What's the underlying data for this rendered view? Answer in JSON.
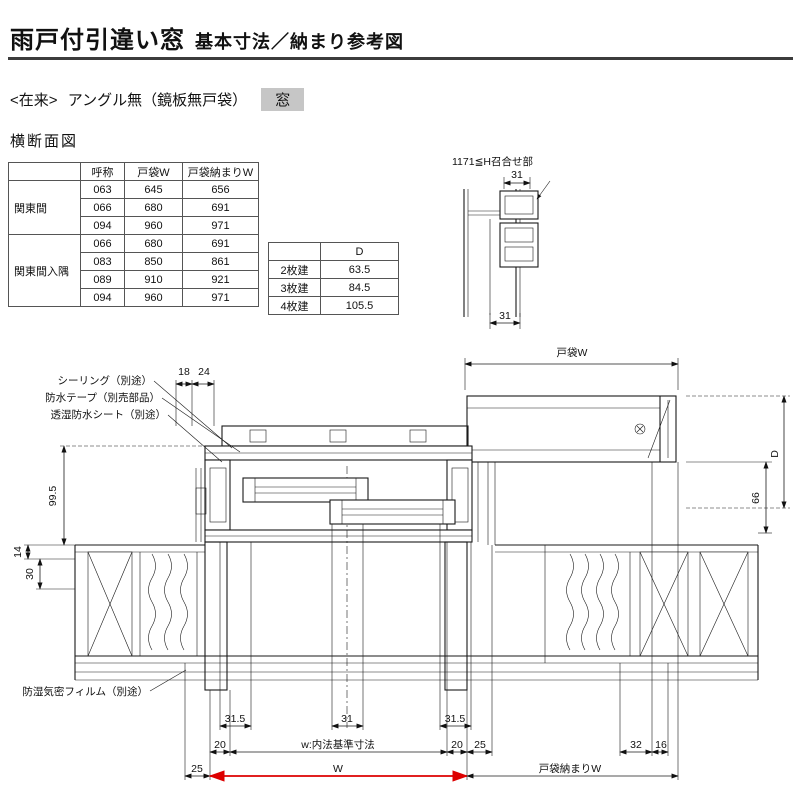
{
  "header": {
    "title": "雨戸付引違い窓",
    "subtitle": "基本寸法／納まり参考図"
  },
  "subheader": {
    "prefix": "<在来>",
    "label": "アングル無（鏡板無戸袋）",
    "badge": "窓"
  },
  "section_heading": "横断面図",
  "size_table": {
    "headers": [
      "呼称",
      "戸袋W",
      "戸袋納まりW"
    ],
    "groups": [
      {
        "name": "関東間",
        "rows": [
          [
            "063",
            "645",
            "656"
          ],
          [
            "066",
            "680",
            "691"
          ],
          [
            "094",
            "960",
            "971"
          ]
        ]
      },
      {
        "name": "関東間入隅",
        "rows": [
          [
            "066",
            "680",
            "691"
          ],
          [
            "083",
            "850",
            "861"
          ],
          [
            "089",
            "910",
            "921"
          ],
          [
            "094",
            "960",
            "971"
          ]
        ]
      }
    ]
  },
  "depth_table": {
    "header_d": "D",
    "rows": [
      [
        "2枚建",
        "63.5"
      ],
      [
        "3枚建",
        "84.5"
      ],
      [
        "4枚建",
        "105.5"
      ]
    ]
  },
  "detail": {
    "title": "1171≦H召合せ部",
    "dim_top": "31",
    "dim_bottom": "31"
  },
  "drawing": {
    "labels": {
      "tobukuro_w": "戸袋W",
      "d": "D",
      "n66": "66",
      "sealing": "シーリング（別途）",
      "tape": "防水テープ（別売部品）",
      "sheet": "透湿防水シート（別途）",
      "film": "防湿気密フィルム（別途）",
      "n18": "18",
      "n24": "24",
      "n99_5": "99.5",
      "n14": "14",
      "n30": "30",
      "n31_5a": "31.5",
      "n31": "31",
      "n31_5b": "31.5",
      "n20a": "20",
      "w_inner": "w:内法基準寸法",
      "n20b": "20",
      "n25a": "25",
      "n25b": "25",
      "w": "W",
      "n32": "32",
      "n16": "16",
      "tobukuro_osamari_w": "戸袋納まりW"
    }
  },
  "colors": {
    "accent_red": "#dd0000",
    "badge_bg": "#c6c6c6",
    "rule": "#3c3c3c"
  }
}
